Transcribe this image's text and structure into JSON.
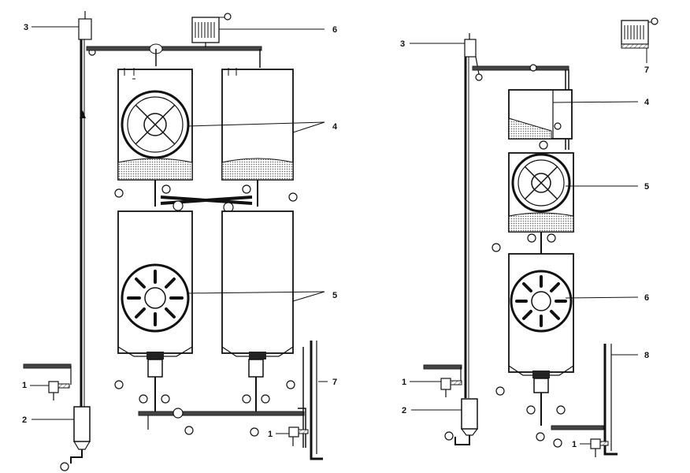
{
  "left_diagram": {
    "labels": [
      "3",
      "6",
      "4",
      "5",
      "1",
      "2",
      "7",
      "1"
    ]
  },
  "right_diagram": {
    "labels": [
      "3",
      "7",
      "4",
      "5",
      "6",
      "8",
      "1",
      "2",
      "1"
    ]
  }
}
